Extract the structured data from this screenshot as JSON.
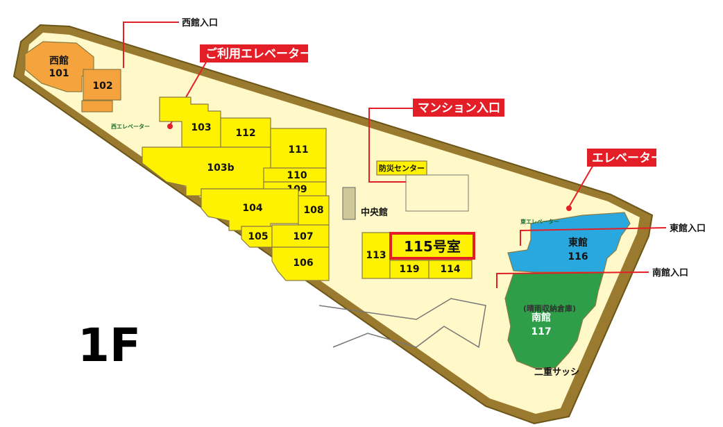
{
  "floor_label": "1F",
  "colors": {
    "wall": "#9a7a2e",
    "ground": "#fff8c8",
    "yellow_room": "#fff200",
    "west_wing": "#f5a33c",
    "east_wing": "#29a8e0",
    "south_wing": "#2e9e48",
    "callout": "#e41e26",
    "highlight_border": "#e41e26"
  },
  "callouts": {
    "elevator_use": "ご利用エレベーター",
    "mansion_entrance": "マンション入口",
    "elevator": "エレベーター"
  },
  "entrances": {
    "west": "西館入口",
    "east": "東館入口",
    "south": "南館入口"
  },
  "labels": {
    "west_elevator": "西エレベーター",
    "east_elevator": "東エレベーター",
    "disaster_center": "防災センター",
    "central_building": "中央館",
    "double_sash": "二重サッシ",
    "storage_note": "(晴雨収納倉庫)"
  },
  "buildings": {
    "west": {
      "name": "西館",
      "room": "101"
    },
    "east": {
      "name": "東館",
      "room": "116"
    },
    "south": {
      "name": "南館",
      "room": "117"
    }
  },
  "rooms": {
    "r102": "102",
    "r103": "103",
    "r103b": "103b",
    "r104": "104",
    "r105": "105",
    "r106": "106",
    "r107": "107",
    "r108": "108",
    "r109": "109",
    "r110": "110",
    "r111": "111",
    "r112": "112",
    "r113": "113",
    "r114": "114",
    "r119": "119"
  },
  "highlight": {
    "room": "115号室"
  }
}
